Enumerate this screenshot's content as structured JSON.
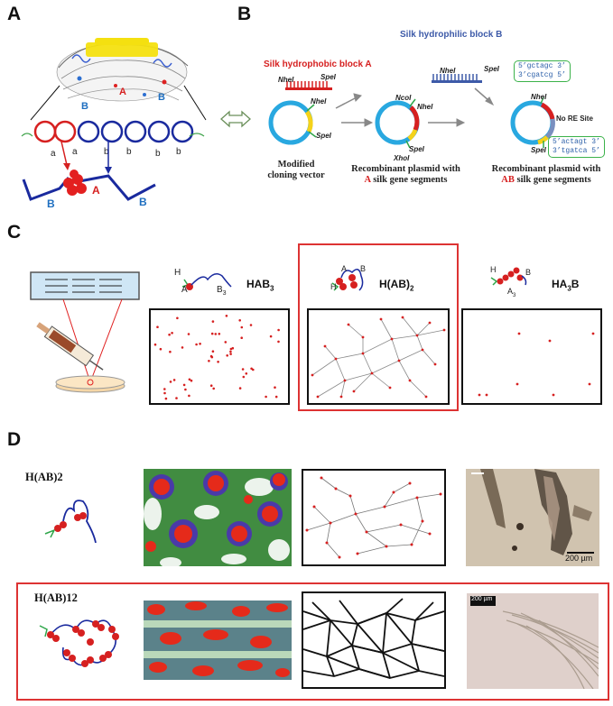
{
  "panels": {
    "A": {
      "letter": "A",
      "block_a": "A",
      "block_b_left": "B",
      "block_b_right": "B",
      "seg_labels": [
        "a",
        "a",
        "b",
        "b",
        "b",
        "b"
      ],
      "chain_a": "A",
      "chain_b_left": "B",
      "chain_b_right": "B"
    },
    "B": {
      "letter": "B",
      "hydrophobic_title": "Silk hydrophobic  block A",
      "hydrophilic_title": "Silk hydrophilic block B",
      "nhei": "NheI",
      "spei": "SpeI",
      "ncoi": "NcoI",
      "xhoi": "XhoI",
      "no_re": "No RE Site",
      "seq_top": [
        "5’gctagc 3’",
        "3’cgatcg 5’"
      ],
      "seq_bottom": [
        "5’actagt 3’",
        "3’tgatca 5’"
      ],
      "caption1": [
        "Modified",
        "cloning vector"
      ],
      "caption2": [
        "Recombinant plasmid with",
        "A silk  gene segments"
      ],
      "caption3": [
        "Recombinant plasmid  with",
        "AB silk gene segments"
      ],
      "caption2_highlight": "A",
      "caption3_highlight": "AB"
    },
    "C": {
      "letter": "C",
      "mol1": {
        "label": "HAB",
        "sub": "3",
        "h": "H",
        "a": "A",
        "b": "B",
        "bsub": "3"
      },
      "mol2": {
        "label": "H(AB)",
        "sub": "2",
        "h": "H",
        "a": "A",
        "b": "B"
      },
      "mol3": {
        "label": "HA",
        "sub": "3",
        "suffix": "B",
        "h": "H",
        "a": "A",
        "asub": "3",
        "b": "B"
      }
    },
    "D": {
      "letter": "D",
      "row1_title": "H(AB)2",
      "row2_title": "H(AB)12",
      "scale1": "200 µm",
      "scale2": "200 µm"
    }
  },
  "colors": {
    "red": "#d62020",
    "blue": "#1a2a9e",
    "green": "#2fa64a",
    "cyan": "#29a8e0",
    "yellow": "#f5d21a",
    "frame_red": "#d33333"
  }
}
